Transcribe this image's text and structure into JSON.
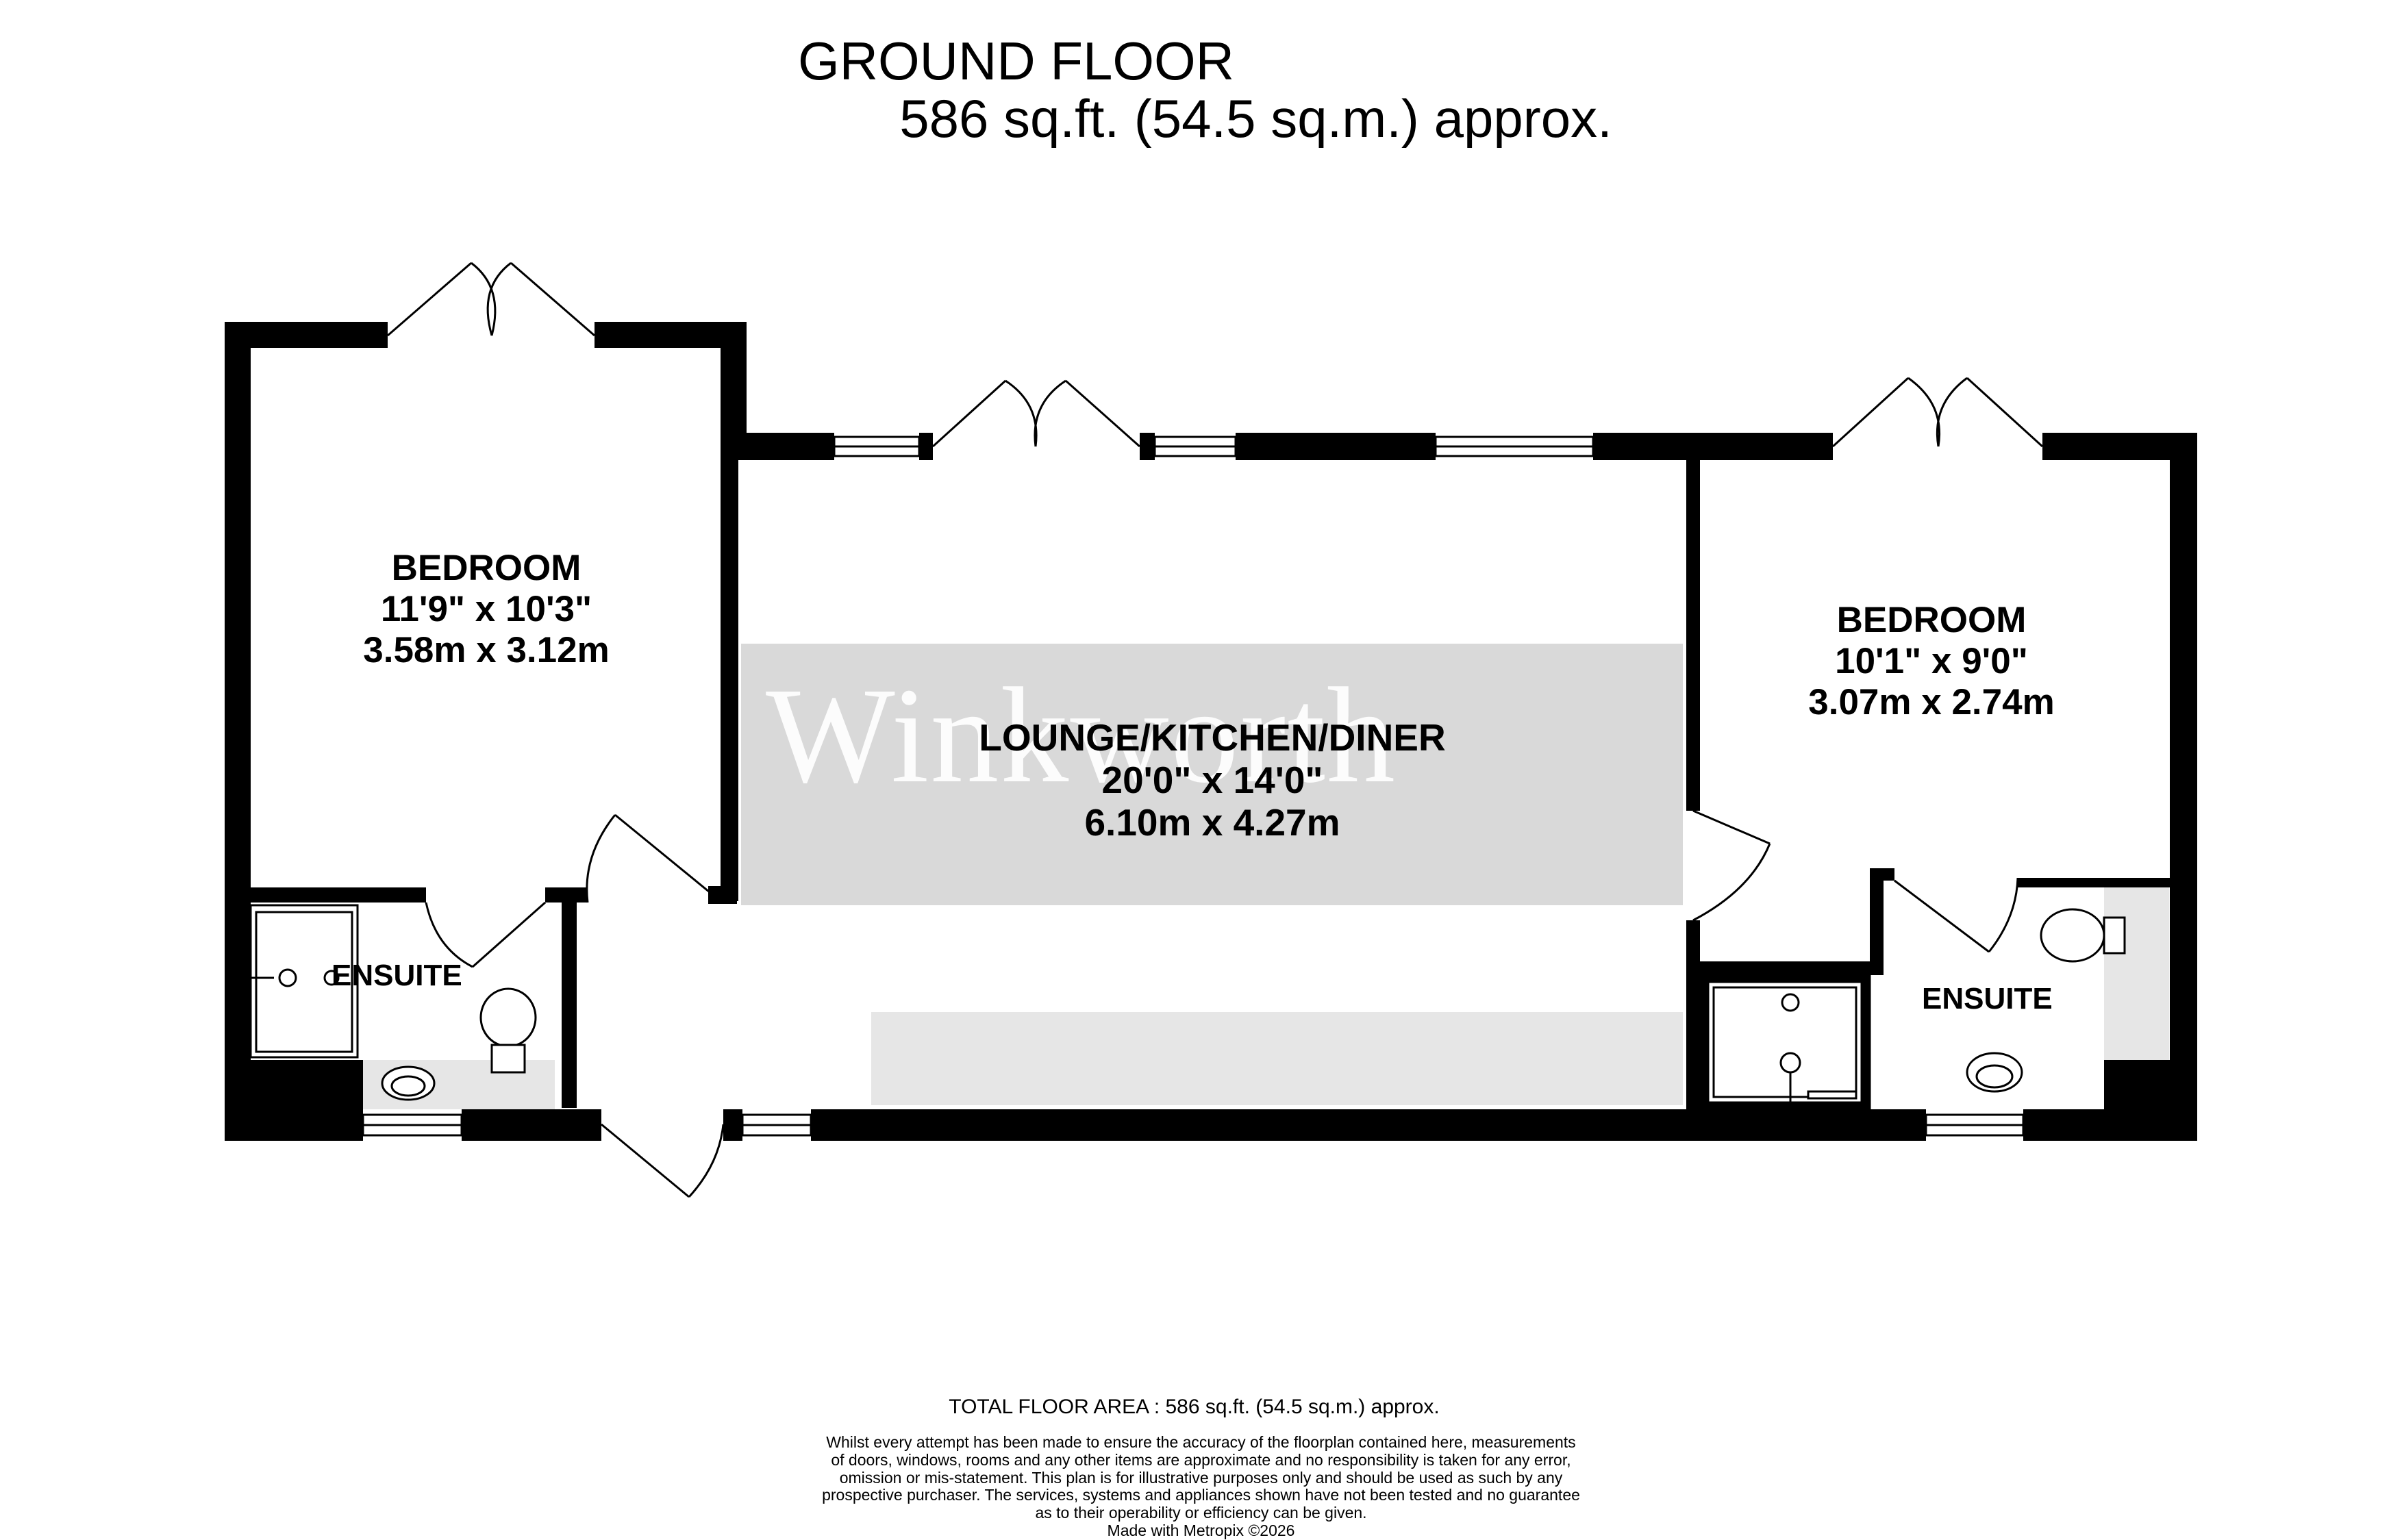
{
  "header": {
    "title": "GROUND FLOOR",
    "subtitle": "586 sq.ft. (54.5 sq.m.) approx."
  },
  "watermark": "Winkworth",
  "rooms": {
    "bedroom_left": {
      "name": "BEDROOM",
      "imperial": "11'9\"  x 10'3\"",
      "metric": "3.58m  x 3.12m"
    },
    "lounge": {
      "name": "LOUNGE/KITCHEN/DINER",
      "imperial": "20'0\"  x 14'0\"",
      "metric": "6.10m  x 4.27m"
    },
    "bedroom_right": {
      "name": "BEDROOM",
      "imperial": "10'1\"  x 9'0\"",
      "metric": "3.07m  x 2.74m"
    },
    "ensuite_left": {
      "name": "ENSUITE"
    },
    "ensuite_right": {
      "name": "ENSUITE"
    }
  },
  "footer": {
    "total_area": "TOTAL FLOOR AREA : 586 sq.ft. (54.5 sq.m.) approx.",
    "disclaimer": [
      "Whilst every attempt has been made to ensure the accuracy of the floorplan contained here, measurements",
      "of doors, windows, rooms and any other items are approximate and no responsibility is taken for any error,",
      "omission or mis-statement. This plan is for illustrative purposes only and should be used as such by any",
      "prospective purchaser. The services, systems and appliances shown have not been tested and no guarantee",
      "as to their operability or efficiency can be given."
    ],
    "made_with": "Made with Metropix ©2026"
  },
  "colors": {
    "wall": "#000000",
    "floor_fill": "#d9d9d9",
    "light_fill": "#e6e6e6"
  }
}
